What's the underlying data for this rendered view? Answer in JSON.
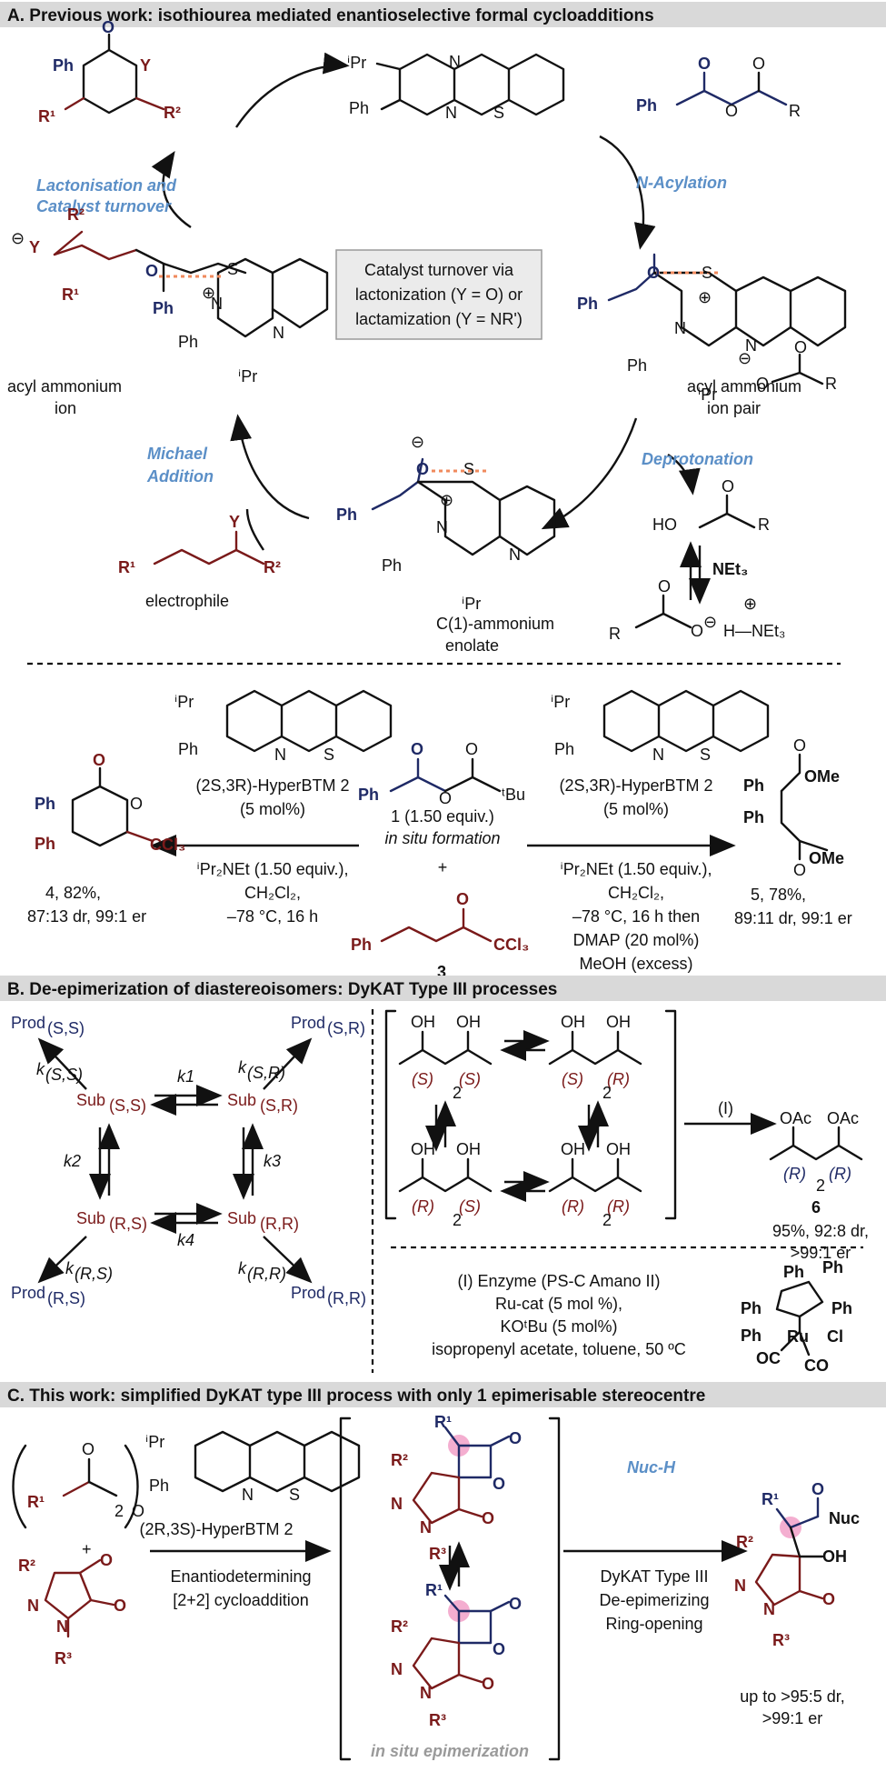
{
  "panels": {
    "a": {
      "title": "A. Previous work: isothiourea mediated enantioselective formal cycloadditions",
      "steps": {
        "lactonisation_1": "Lactonisation and",
        "lactonisation_2": "Catalyst turnover",
        "n_acylation": "N-Acylation",
        "michael_1": "Michael",
        "michael_2": "Addition",
        "deprotonation": "Deprotonation"
      },
      "center_box": [
        "Catalyst turnover via",
        "lactonization (Y = O) or",
        "lactamization (Y = NR')"
      ],
      "labels": {
        "acyl_ammonium_1": "acyl ammonium",
        "acyl_ammonium_2": "ion",
        "acyl_pair_1": "acyl ammonium",
        "acyl_pair_2": "ion pair",
        "enolate_1": "C(1)-ammonium",
        "enolate_2": "enolate",
        "electrophile": "electrophile",
        "net3": "NEt₃"
      },
      "reaction": {
        "catalyst_left": "(2S,3R)-HyperBTM 2",
        "loading_left": "(5 mol%)",
        "cond_left": [
          "ⁱPr₂NEt (1.50 equiv.),",
          "CH₂Cl₂,",
          "–78 °C, 16 h"
        ],
        "sm1_1": "1 (1.50 equiv.)",
        "sm1_2": "in situ formation",
        "plus": "+",
        "sm3": "3",
        "catalyst_right": "(2S,3R)-HyperBTM 2",
        "loading_right": "(5 mol%)",
        "cond_right": [
          "ⁱPr₂NEt (1.50 equiv.),",
          "CH₂Cl₂,",
          "–78 °C, 16 h then",
          "DMAP (20 mol%)",
          "MeOH (excess)"
        ],
        "prod4_1": "4, 82%,",
        "prod4_2": "87:13 dr, 99:1 er",
        "prod5_1": "5, 78%,",
        "prod5_2": "89:11 dr, 99:1 er"
      }
    },
    "b": {
      "title": "B. De-epimerization of diastereoisomers: DyKAT Type III processes",
      "rates": {
        "k1": "k1",
        "k2": "k2",
        "k3": "k3",
        "k4": "k4"
      },
      "product_6": {
        "label": "6",
        "yield": "95%, 92:8 dr,",
        "er": ">99:1 er"
      },
      "conditions": [
        "(I) Enzyme (PS-C Amano II)",
        "Ru-cat (5 mol %),",
        "KOᵗBu (5 mol%)",
        "isopropenyl acetate, toluene, 50 ºC"
      ],
      "step_label": "(I)"
    },
    "c": {
      "title": "C. This work: simplified DyKAT type III process with only 1 epimerisable stereocentre",
      "catalyst": "(2R,3S)-HyperBTM 2",
      "step1_1": "Enantiodetermining",
      "step1_2": "[2+2] cycloaddition",
      "nuc": "Nuc-H",
      "step2_1": "DyKAT Type III",
      "step2_2": "De-epimerizing",
      "step2_3": "Ring-opening",
      "insitu": "in situ epimerization",
      "result_1": "up to >95:5 dr,",
      "result_2": ">99:1 er"
    }
  },
  "colors": {
    "header": "#d9d9d9",
    "navy": "#1f2a66",
    "maroon": "#7a1a1a",
    "light_blue": "#5b8fc7",
    "pink": "#f2a0c8"
  }
}
